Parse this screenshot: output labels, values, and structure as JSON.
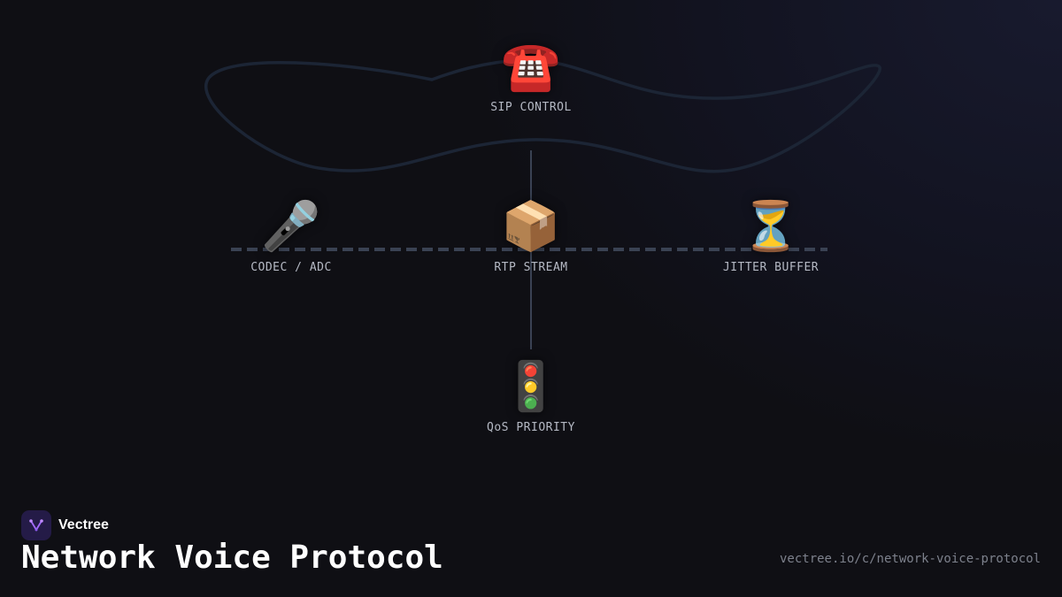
{
  "diagram": {
    "nodes": [
      {
        "id": "sip",
        "icon": "telephone-icon",
        "glyph": "☎️",
        "label": "SIP CONTROL"
      },
      {
        "id": "codec",
        "icon": "microphone-icon",
        "glyph": "🎤",
        "label": "CODEC / ADC"
      },
      {
        "id": "rtp",
        "icon": "package-icon",
        "glyph": "📦",
        "label": "RTP STREAM"
      },
      {
        "id": "jitter",
        "icon": "hourglass-icon",
        "glyph": "⏳",
        "label": "JITTER BUFFER"
      },
      {
        "id": "qos",
        "icon": "traffic-light-icon",
        "glyph": "🚦",
        "label": "QoS PRIORITY"
      }
    ],
    "edges": [
      {
        "from": "codec",
        "to": "jitter",
        "style": "dashed"
      },
      {
        "from": "sip",
        "to": "qos",
        "style": "solid"
      }
    ]
  },
  "footer": {
    "brand_name": "Vectree",
    "title": "Network Voice Protocol",
    "url": "vectree.io/c/network-voice-protocol"
  },
  "colors": {
    "accent": "#7c4dff",
    "connector": "#3a4253",
    "decor_curve": "#1c2535"
  }
}
